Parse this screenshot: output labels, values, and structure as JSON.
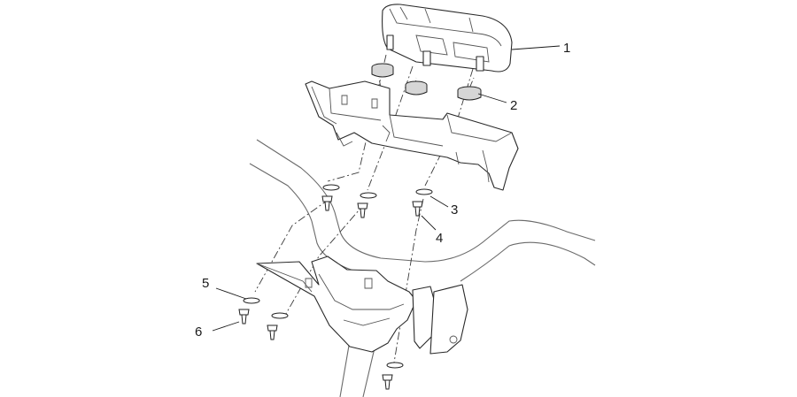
{
  "callouts": [
    {
      "id": "1",
      "label": "1",
      "part": "instrument-panel"
    },
    {
      "id": "2",
      "label": "2",
      "part": "grommet"
    },
    {
      "id": "3",
      "label": "3",
      "part": "washer"
    },
    {
      "id": "4",
      "label": "4",
      "part": "screw"
    },
    {
      "id": "5",
      "label": "5",
      "part": "washer"
    },
    {
      "id": "6",
      "label": "6",
      "part": "screw"
    }
  ],
  "colors": {
    "line": "#2a2a2a",
    "frame": "#6a6a6a",
    "grommet_fill": "#d6d6d6"
  }
}
